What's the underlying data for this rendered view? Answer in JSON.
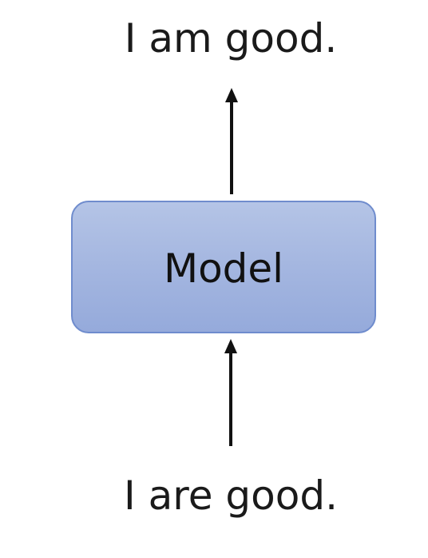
{
  "diagram": {
    "output_text": "I am good.",
    "model_label": "Model",
    "input_text": "I are good.",
    "colors": {
      "box_fill": "#a4b6e0",
      "box_border": "#6f8ccd",
      "arrow": "#111111",
      "text": "#1a1a1a"
    }
  }
}
